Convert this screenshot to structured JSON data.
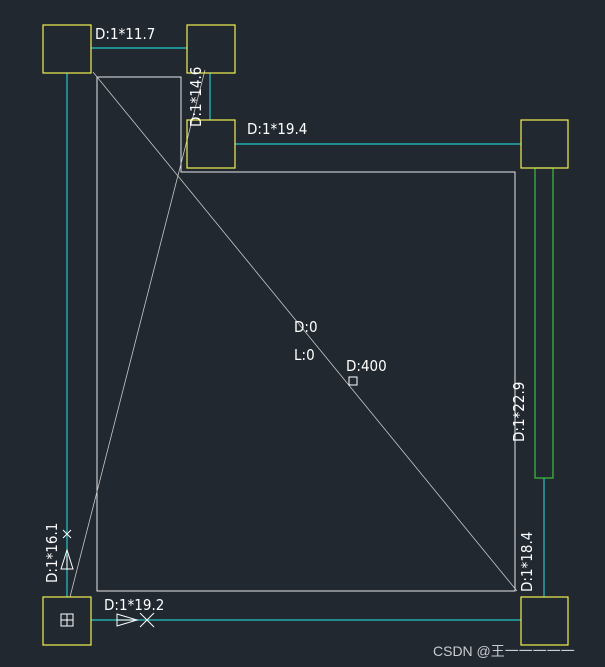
{
  "colors": {
    "background": "#212830",
    "column": "#f0f050",
    "pipe": "#23c6c6",
    "boundary": "#e8e8e8",
    "diagonal": "#c8c8c8",
    "green": "#3fbf3f"
  },
  "labels": {
    "top_pipe": "D:1*11.7",
    "vertical_short": "D:1*14.6",
    "mid_pipe": "D:1*19.4",
    "right_pipe": "D:1*22.9",
    "left_pipe": "D:1*16.1",
    "right_lower_pipe": "D:1*18.4",
    "bottom_pipe": "D:1*19.2",
    "center_d": "D:0",
    "center_l": "L:0",
    "point_d": "D:400"
  },
  "watermark": "CSDN @王一一一一一"
}
